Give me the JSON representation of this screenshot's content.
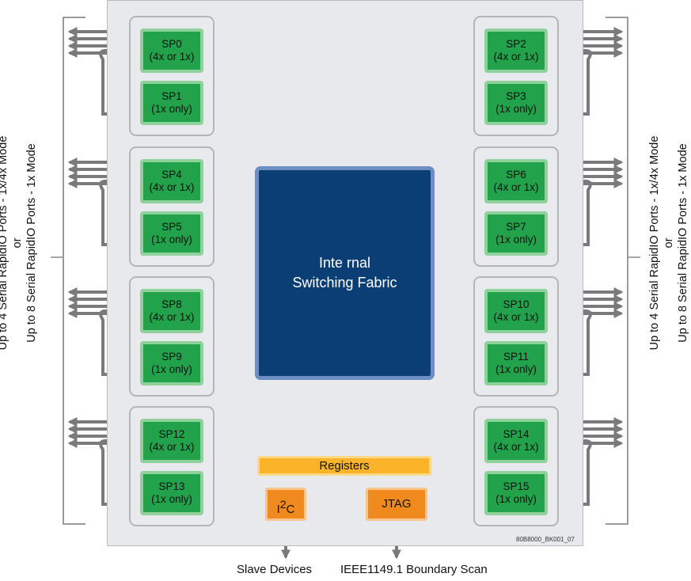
{
  "fabric": {
    "line1": "Inte rnal",
    "line2": "Switching Fabric"
  },
  "ports": [
    {
      "name": "SP0",
      "mode": "(4x or 1x)"
    },
    {
      "name": "SP1",
      "mode": "(1x only)"
    },
    {
      "name": "SP2",
      "mode": "(4x or 1x)"
    },
    {
      "name": "SP3",
      "mode": "(1x only)"
    },
    {
      "name": "SP4",
      "mode": "(4x or 1x)"
    },
    {
      "name": "SP5",
      "mode": "(1x only)"
    },
    {
      "name": "SP6",
      "mode": "(4x or 1x)"
    },
    {
      "name": "SP7",
      "mode": "(1x only)"
    },
    {
      "name": "SP8",
      "mode": "(4x or 1x)"
    },
    {
      "name": "SP9",
      "mode": "(1x only)"
    },
    {
      "name": "SP10",
      "mode": "(4x or 1x)"
    },
    {
      "name": "SP11",
      "mode": "(1x only)"
    },
    {
      "name": "SP12",
      "mode": "(4x or 1x)"
    },
    {
      "name": "SP13",
      "mode": "(1x only)"
    },
    {
      "name": "SP14",
      "mode": "(4x or 1x)"
    },
    {
      "name": "SP15",
      "mode": "(1x only)"
    }
  ],
  "registers": "Registers",
  "i2c": {
    "base": "I",
    "sup": "2",
    "tail": "C"
  },
  "jtag": "JTAG",
  "bottom_labels": {
    "slave": "Slave Devices",
    "jtag_scan": "IEEE1149.1 Boundary Scan"
  },
  "side_labels": {
    "line1": "Up to 4 Serial RapidIO Ports - 1x/4x Mode",
    "line2": "or",
    "line3": "Up to 8 Serial RapidIO Ports - 1x Mode"
  },
  "figure_id": "80B8000_BK001_07",
  "colors": {
    "port_green": "#22a24a",
    "fabric_blue": "#0b3e74",
    "registers_yellow": "#fbb429",
    "controller_orange": "#f08a1e",
    "arrow_gray": "#7a7a7a"
  }
}
